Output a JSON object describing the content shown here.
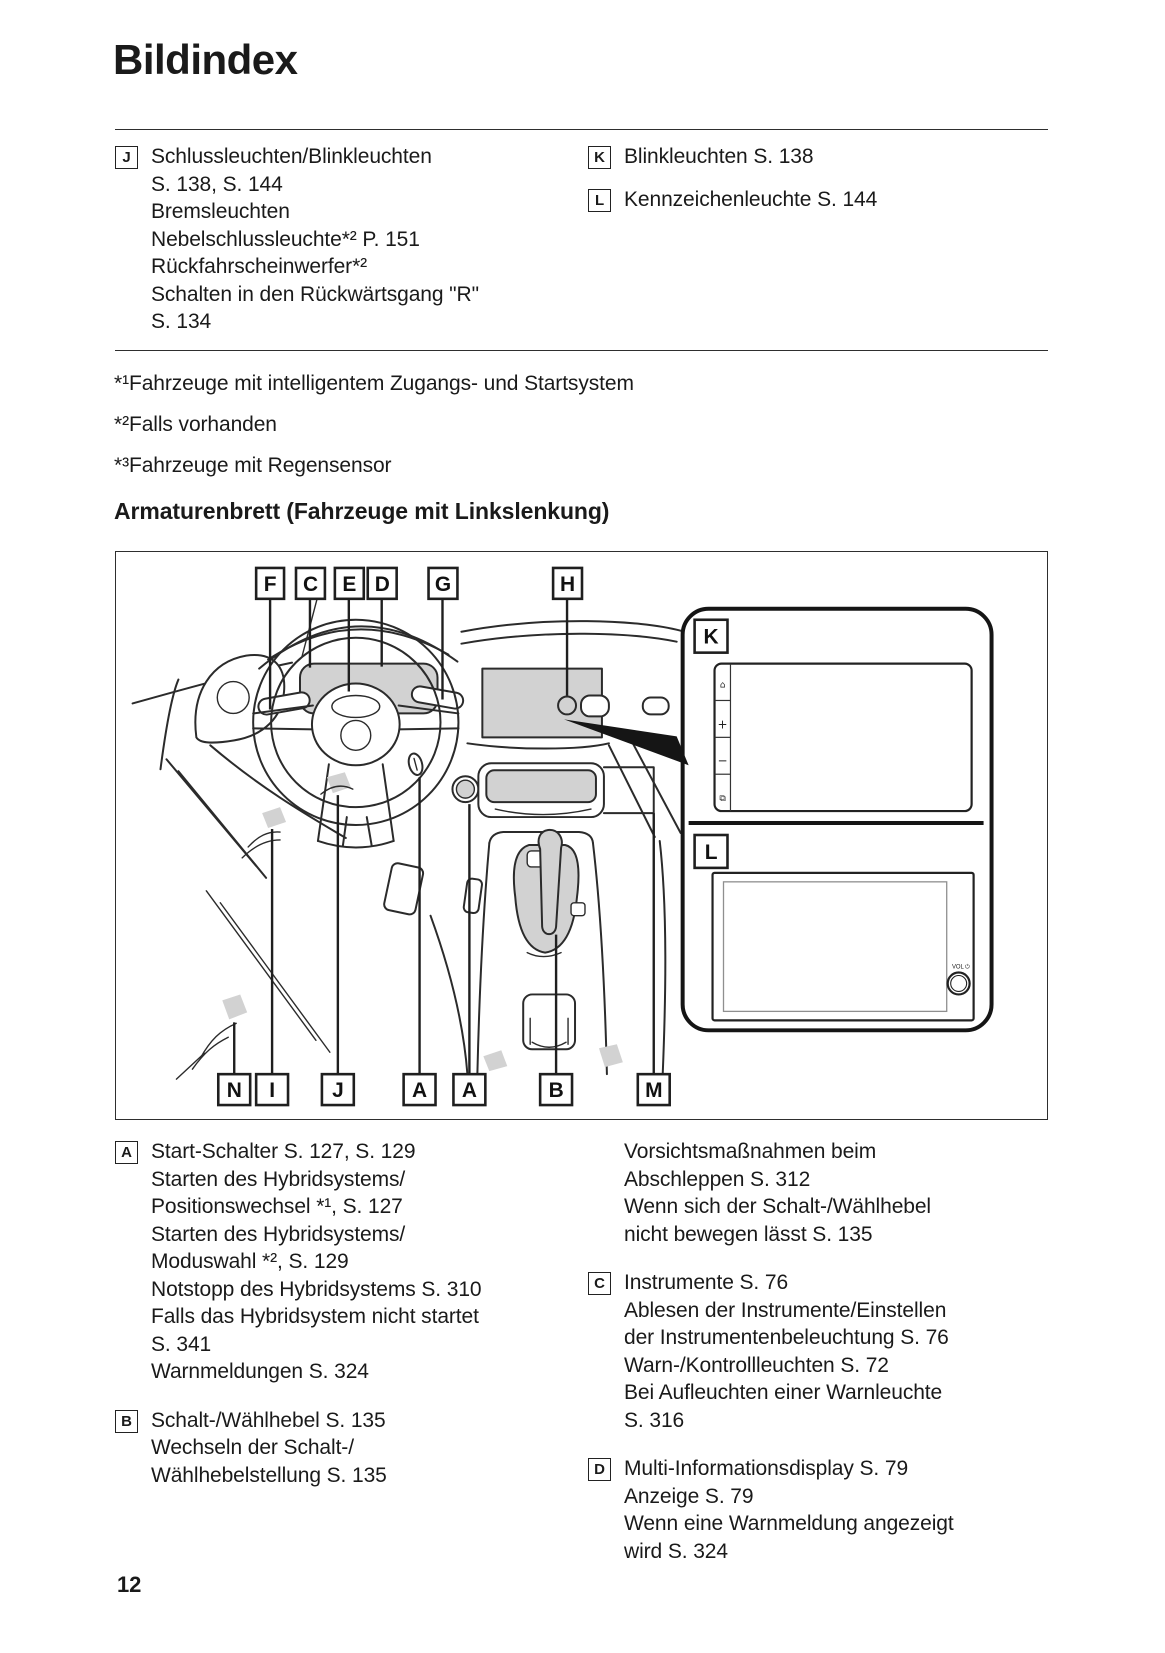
{
  "page": {
    "title": "Bildindex",
    "section_heading": "Armaturenbrett (Fahrzeuge mit Linkslenkung)",
    "page_number": "12"
  },
  "index_top": {
    "j": {
      "label": "J",
      "lines": [
        "Schlussleuchten/Blinkleuchten",
        "S. 138, S. 144",
        "Bremsleuchten",
        "Nebelschlussleuchte*² P. 151",
        "Rückfahrscheinwerfer*²",
        "Schalten in den Rückwärtsgang \"R\"",
        "S. 134"
      ]
    },
    "k": {
      "label": "K",
      "text": "Blinkleuchten S. 138"
    },
    "l": {
      "label": "L",
      "text": "Kennzeichenleuchte S. 144"
    }
  },
  "footnotes": [
    "*¹Fahrzeuge mit intelligentem Zugangs- und Startsystem",
    "*²Falls vorhanden",
    "*³Fahrzeuge mit Regensensor"
  ],
  "diagram": {
    "top_labels": [
      "F",
      "C",
      "E",
      "D",
      "G",
      "H"
    ],
    "bottom_labels": [
      "N",
      "I",
      "J",
      "A",
      "A",
      "B",
      "M"
    ],
    "inset_k_label": "K",
    "inset_l_label": "L",
    "screen_buttons": [
      "⌂",
      "+",
      "−",
      "⧉"
    ],
    "volume_label": "VOL ⏻"
  },
  "index_bottom": {
    "left": [
      {
        "label": "A",
        "lines": [
          "Start-Schalter S. 127, S. 129",
          "Starten des Hybridsystems/",
          "Positionswechsel *¹, S. 127",
          "Starten des Hybridsystems/",
          "Moduswahl *², S. 129",
          "Notstopp des Hybridsystems S. 310",
          "Falls das Hybridsystem nicht startet",
          "S. 341",
          "Warnmeldungen S. 324"
        ]
      },
      {
        "label": "B",
        "lines": [
          "Schalt-/Wählhebel S. 135",
          "Wechseln der Schalt-/",
          "Wählhebelstellung S. 135"
        ]
      }
    ],
    "right": [
      {
        "label": "",
        "lines": [
          "Vorsichtsmaßnahmen beim",
          "Abschleppen S. 312",
          "Wenn sich der Schalt-/Wählhebel",
          "nicht bewegen lässt S. 135"
        ]
      },
      {
        "label": "C",
        "lines": [
          "Instrumente S. 76",
          "Ablesen der Instrumente/Einstellen",
          "der Instrumentenbeleuchtung S. 76",
          "Warn-/Kontrollleuchten S. 72",
          "Bei Aufleuchten einer Warnleuchte",
          "S. 316"
        ]
      },
      {
        "label": "D",
        "lines": [
          "Multi-Informationsdisplay S. 79",
          "Anzeige S. 79",
          "Wenn eine Warnmeldung angezeigt",
          "wird S. 324"
        ]
      }
    ]
  }
}
